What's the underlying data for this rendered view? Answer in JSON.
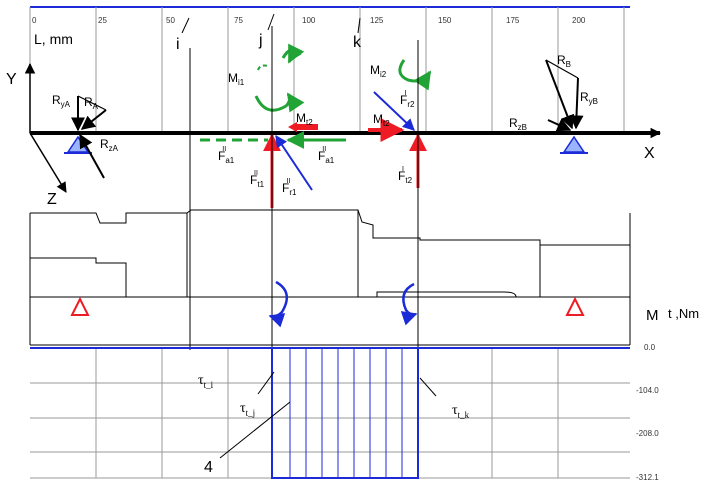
{
  "ruler": {
    "ticks": [
      "0",
      "25",
      "50",
      "75",
      "100",
      "125",
      "150",
      "175",
      "200"
    ],
    "unit_label": "L, mm"
  },
  "sections": {
    "i": "i",
    "j": "j",
    "k": "k"
  },
  "axes": {
    "y": "Y",
    "z": "Z",
    "x": "X"
  },
  "forces": {
    "ryA": "R",
    "ryA_sub": "yA",
    "rA": "R",
    "rA_sub": "A",
    "rzA": "R",
    "rzA_sub": "zA",
    "rB": "R",
    "rB_sub": "B",
    "ryB": "R",
    "ryB_sub": "yB",
    "rzB": "R",
    "rzB_sub": "zB",
    "mi1": "M",
    "mi1_sub": "i1",
    "mi2": "M",
    "mi2_sub": "i2",
    "mt2a": "M",
    "mt2a_sub": "t2",
    "mt2b": "M",
    "mt2b_sub": "t2",
    "fa1_left": "F",
    "fa1_left_sub": "a1",
    "fa1_left_sup": "II",
    "fa1_right": "F",
    "fa1_right_sub": "a1",
    "fa1_right_sup": "II",
    "ft1": "F",
    "ft1_sub": "t1",
    "ft1_sup": "II",
    "fr1": "F",
    "fr1_sub": "r1",
    "fr1_sup": "II",
    "fr2": "F",
    "fr2_sub": "r2",
    "fr2_sup": "I",
    "ft2": "F",
    "ft2_sub": "t2",
    "ft2_sup": "I"
  },
  "torque_plot": {
    "axis_label_m": "M",
    "axis_label_unit": "t ,Nm",
    "values": [
      "0.0",
      "-104.0",
      "-208.0",
      "-312.1"
    ],
    "tau_i": "τ",
    "tau_i_sub": "t_i",
    "tau_j": "τ",
    "tau_j_sub": "t_j",
    "tau_k": "τ",
    "tau_k_sub": "t_k",
    "marker": "4"
  },
  "colors": {
    "blue": "#1b2bd8",
    "green": "#21a336",
    "red": "#ee1b24",
    "black": "#000000",
    "grid": "#9a9a9a"
  }
}
